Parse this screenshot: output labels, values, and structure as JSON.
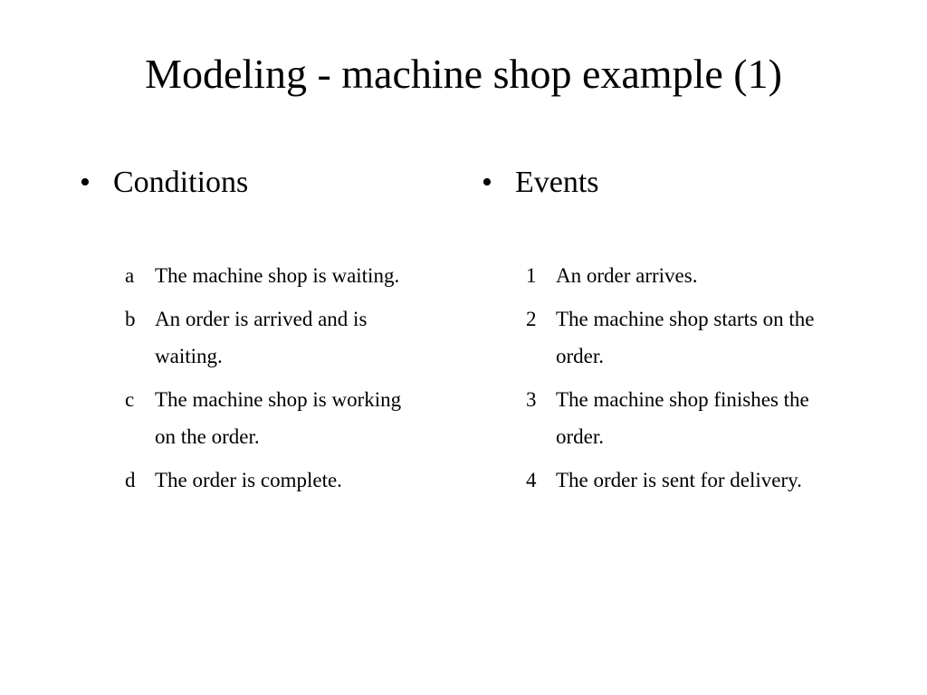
{
  "slide": {
    "title": "Modeling - machine shop example (1)"
  },
  "conditions": {
    "bullet": "•",
    "heading": "Conditions",
    "items": [
      {
        "marker": "a",
        "text": "The machine shop is waiting."
      },
      {
        "marker": "b",
        "text": "An order is arrived and is waiting."
      },
      {
        "marker": "c",
        "text": "The machine shop is working on the order."
      },
      {
        "marker": "d",
        "text": "The order is complete."
      }
    ]
  },
  "events": {
    "bullet": "•",
    "heading": "Events",
    "items": [
      {
        "marker": "1",
        "text": "An order arrives."
      },
      {
        "marker": "2",
        "text": "The machine shop starts on the order."
      },
      {
        "marker": "3",
        "text": "The machine shop finishes the order."
      },
      {
        "marker": "4",
        "text": "The order is sent for delivery."
      }
    ]
  }
}
